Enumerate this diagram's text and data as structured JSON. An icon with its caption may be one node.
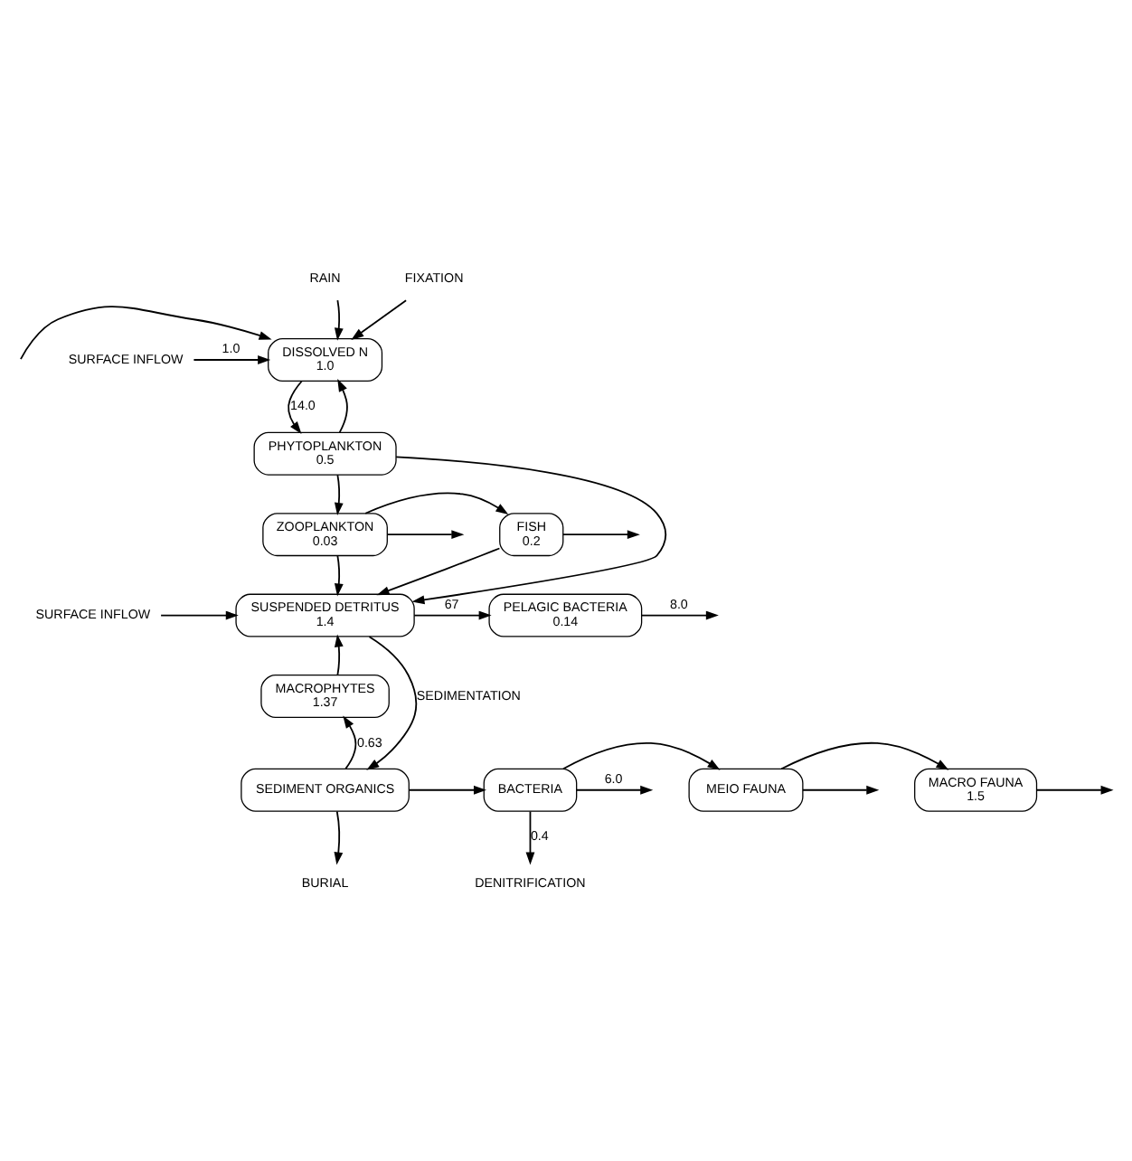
{
  "diagram": {
    "nodes": [
      {
        "text": [
          "RAIN"
        ]
      },
      {
        "text": [
          "FIXATION"
        ]
      },
      {
        "text": [
          "SURFACE INFLOW"
        ]
      },
      {
        "text": [
          "DISSOLVED N",
          "1.0"
        ]
      },
      {
        "text": [
          "PHYTOPLANKTON",
          "0.5"
        ]
      },
      {
        "text": [
          "ZOOPLANKTON",
          "0.03"
        ]
      },
      {
        "text": [
          "FISH",
          "0.2"
        ]
      },
      {
        "text": [
          "SURFACE INFLOW"
        ]
      },
      {
        "text": [
          "SUSPENDED DETRITUS",
          "1.4"
        ]
      },
      {
        "text": [
          "PELAGIC BACTERIA",
          "0.14"
        ]
      },
      {
        "text": [
          "MACROPHYTES",
          "1.37"
        ]
      },
      {
        "text": [
          "SEDIMENT ORGANICS"
        ]
      },
      {
        "text": [
          "BACTERIA"
        ]
      },
      {
        "text": [
          "MEIO FAUNA"
        ]
      },
      {
        "text": [
          "MACRO FAUNA",
          "1.5"
        ]
      },
      {
        "text": [
          "BURIAL"
        ]
      },
      {
        "text": [
          "DENITRIFICATION"
        ]
      }
    ],
    "edges": [
      {
        "from": 0,
        "to": 3,
        "arrow": "to"
      },
      {
        "from": 1,
        "to": 3,
        "arrow": "to"
      },
      {
        "from": 2,
        "to": 3,
        "arrow": "to",
        "label": "1.0"
      },
      {
        "from": null,
        "to": 3,
        "arrow": "to"
      },
      {
        "from": 3,
        "to": 4,
        "arrow": "to",
        "label": "14.0"
      },
      {
        "from": 4,
        "to": 3,
        "arrow": "to"
      },
      {
        "from": 4,
        "to": 5,
        "arrow": "to"
      },
      {
        "from": 4,
        "to": 8,
        "arrow": "to"
      },
      {
        "from": 5,
        "to": null,
        "arrow": "to"
      },
      {
        "from": 5,
        "to": 6,
        "arrow": "to"
      },
      {
        "from": 5,
        "to": 8,
        "arrow": "to"
      },
      {
        "from": 6,
        "to": null,
        "arrow": "to"
      },
      {
        "from": 6,
        "to": 8,
        "arrow": "to"
      },
      {
        "from": 7,
        "to": 8,
        "arrow": "to"
      },
      {
        "from": 8,
        "to": 9,
        "arrow": "to",
        "label": "67"
      },
      {
        "from": 9,
        "to": null,
        "arrow": "to",
        "label": "8.0"
      },
      {
        "from": 8,
        "to": 11,
        "arrow": "to",
        "label": "SEDIMENTATION"
      },
      {
        "from": 10,
        "to": 8,
        "arrow": "to"
      },
      {
        "from": 11,
        "to": 10,
        "arrow": "to",
        "label": "0.63"
      },
      {
        "from": 11,
        "to": 12,
        "arrow": "to"
      },
      {
        "from": 12,
        "to": null,
        "arrow": "to",
        "label": "6.0"
      },
      {
        "from": 12,
        "to": 13,
        "arrow": "to"
      },
      {
        "from": 13,
        "to": null,
        "arrow": "to"
      },
      {
        "from": 13,
        "to": 14,
        "arrow": "to"
      },
      {
        "from": 14,
        "to": null,
        "arrow": "to"
      },
      {
        "from": 11,
        "to": 15,
        "arrow": "to"
      },
      {
        "from": 12,
        "to": 16,
        "arrow": "to",
        "label": "0.4"
      }
    ]
  }
}
